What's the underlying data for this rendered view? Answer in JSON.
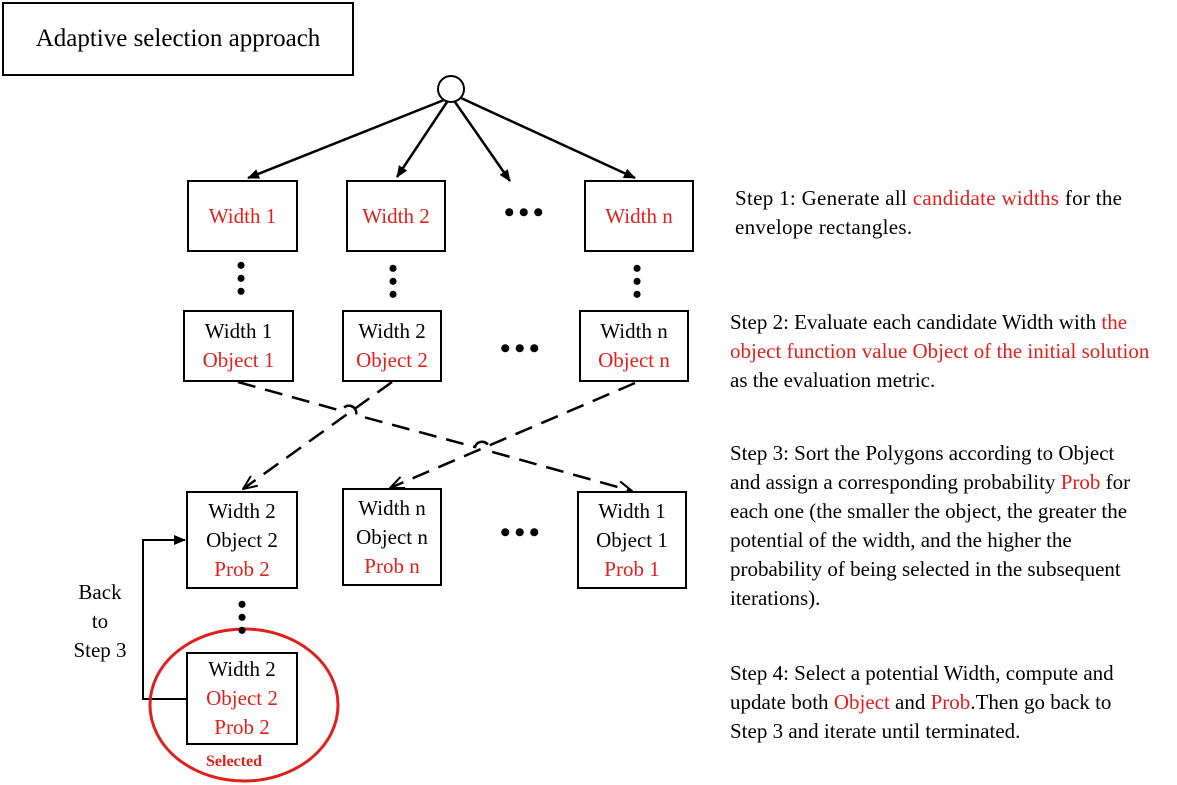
{
  "title": "Adaptive selection approach",
  "row1": [
    {
      "width": "Width 1"
    },
    {
      "width": "Width 2"
    },
    {
      "width": "Width n"
    }
  ],
  "row2": [
    {
      "width": "Width 1",
      "object": "Object 1"
    },
    {
      "width": "Width 2",
      "object": "Object 2"
    },
    {
      "width": "Width n",
      "object": "Object n"
    }
  ],
  "row3": [
    {
      "width": "Width 2",
      "object": "Object 2",
      "prob": "Prob 2"
    },
    {
      "width": "Width n",
      "object": "Object n",
      "prob": "Prob n"
    },
    {
      "width": "Width 1",
      "object": "Object 1",
      "prob": "Prob 1"
    }
  ],
  "selected_box": {
    "width": "Width 2",
    "object": "Object 2",
    "prob": "Prob 2"
  },
  "selected_label": "Selected",
  "back_label": [
    "Back",
    "to",
    "Step 3"
  ],
  "ellipsis": "•••",
  "vdots": "•\n•\n•",
  "steps": {
    "s1": {
      "a": "Step 1: Generate all ",
      "b": "candidate widths",
      "c": " for the envelope rectangles."
    },
    "s2": {
      "a": "Step 2: Evaluate each candidate Width with ",
      "b": "the object function value Object of the initial solution",
      "c": " as the evaluation metric."
    },
    "s3": {
      "a": "Step 3: Sort the Polygons according to Object and assign a corresponding probability ",
      "b": "Prob",
      "c": " for each one (the smaller the object, the greater the potential of the width, and the higher the probability of being selected in the  subsequent iterations)."
    },
    "s4": {
      "a": "Step 4: Select a potential Width, compute and update both ",
      "b": "Object",
      "c": " and ",
      "d": "Prob",
      "e": ".Then go back to Step 3 and iterate until terminated."
    }
  },
  "colors": {
    "accent": "#e0201c",
    "line": "#000000"
  }
}
